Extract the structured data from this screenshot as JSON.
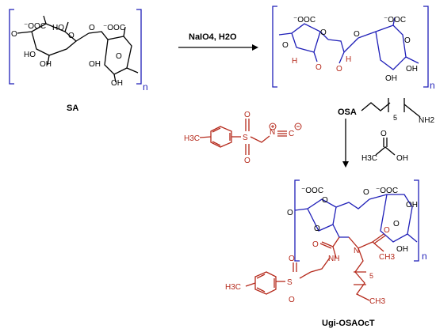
{
  "labels": {
    "sa": "SA",
    "osa": "OSA",
    "ugi_product": "Ugi-OSAOcT",
    "reagent_top": "NaIO4, H2O",
    "repeat_n": "n"
  },
  "atoms": {
    "coo_minus": "⁻OOC",
    "coo_minus_r": "⁻OOC",
    "ho": "HO",
    "oh": "OH",
    "o": "O",
    "h": "H",
    "nh2": "NH2",
    "nh": "NH",
    "n": "N",
    "s": "S",
    "ch3": "CH3",
    "h3c": "H3C",
    "oh_acid": "OH",
    "five": "5"
  },
  "colors": {
    "black": "#000000",
    "blue": "#1f1fb8",
    "red": "#b5291b"
  }
}
